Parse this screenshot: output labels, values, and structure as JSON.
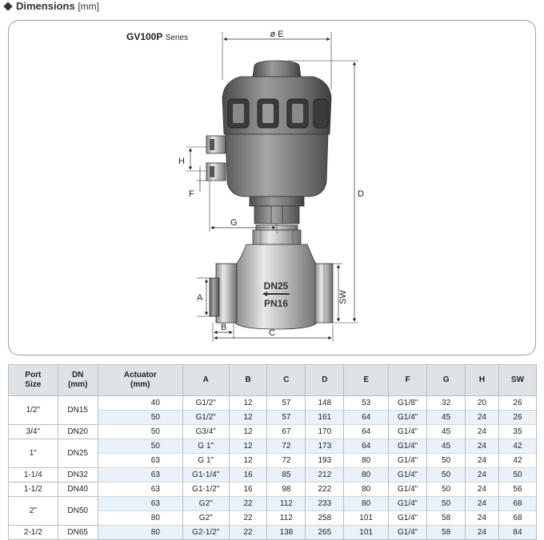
{
  "heading": {
    "title": "Dimensions",
    "unit": "[mm]"
  },
  "drawing": {
    "series_name": "GV100P",
    "series_suffix": "Series",
    "labels": {
      "E": "ø E",
      "D": "D",
      "H": "H",
      "F": "F",
      "G": "G",
      "A": "A",
      "B": "B",
      "C": "C",
      "SW": "SW",
      "DN": "DN25",
      "PN": "PN16"
    }
  },
  "table": {
    "headers": [
      "Port\nSize",
      "DN\n(mm)",
      "Actuator\n(mm)",
      "A",
      "B",
      "C",
      "D",
      "E",
      "F",
      "G",
      "H",
      "SW"
    ],
    "groups": [
      {
        "port": "1/2\"",
        "dn": "DN15",
        "rows": [
          [
            "40",
            "G1/2\"",
            "12",
            "57",
            "148",
            "53",
            "G1/8\"",
            "32",
            "20",
            "26"
          ],
          [
            "50",
            "G1/2\"",
            "12",
            "57",
            "161",
            "64",
            "G1/4\"",
            "45",
            "24",
            "26"
          ]
        ]
      },
      {
        "port": "3/4\"",
        "dn": "DN20",
        "rows": [
          [
            "50",
            "G3/4\"",
            "12",
            "67",
            "170",
            "64",
            "G1/4\"",
            "45",
            "24",
            "35"
          ]
        ]
      },
      {
        "port": "1\"",
        "dn": "DN25",
        "rows": [
          [
            "50",
            "G 1\"",
            "12",
            "72",
            "173",
            "64",
            "G1/4\"",
            "45",
            "24",
            "42"
          ],
          [
            "63",
            "G 1\"",
            "12",
            "72",
            "193",
            "80",
            "G1/4\"",
            "50",
            "24",
            "42"
          ]
        ]
      },
      {
        "port": "1-1/4",
        "dn": "DN32",
        "rows": [
          [
            "63",
            "G1-1/4\"",
            "16",
            "85",
            "212",
            "80",
            "G1/4\"",
            "50",
            "24",
            "50"
          ]
        ]
      },
      {
        "port": "1-1/2",
        "dn": "DN40",
        "rows": [
          [
            "63",
            "G1-1/2\"",
            "16",
            "98",
            "222",
            "80",
            "G1/4\"",
            "50",
            "24",
            "56"
          ]
        ]
      },
      {
        "port": "2\"",
        "dn": "DN50",
        "rows": [
          [
            "63",
            "G2\"",
            "22",
            "112",
            "233",
            "80",
            "G1/4\"",
            "50",
            "24",
            "68"
          ],
          [
            "80",
            "G2\"",
            "22",
            "112",
            "258",
            "101",
            "G1/4\"",
            "58",
            "24",
            "68"
          ]
        ]
      },
      {
        "port": "2-1/2",
        "dn": "DN65",
        "rows": [
          [
            "80",
            "G2-1/2\"",
            "22",
            "138",
            "265",
            "101",
            "G1/4\"",
            "58",
            "24",
            "84"
          ]
        ]
      }
    ]
  }
}
